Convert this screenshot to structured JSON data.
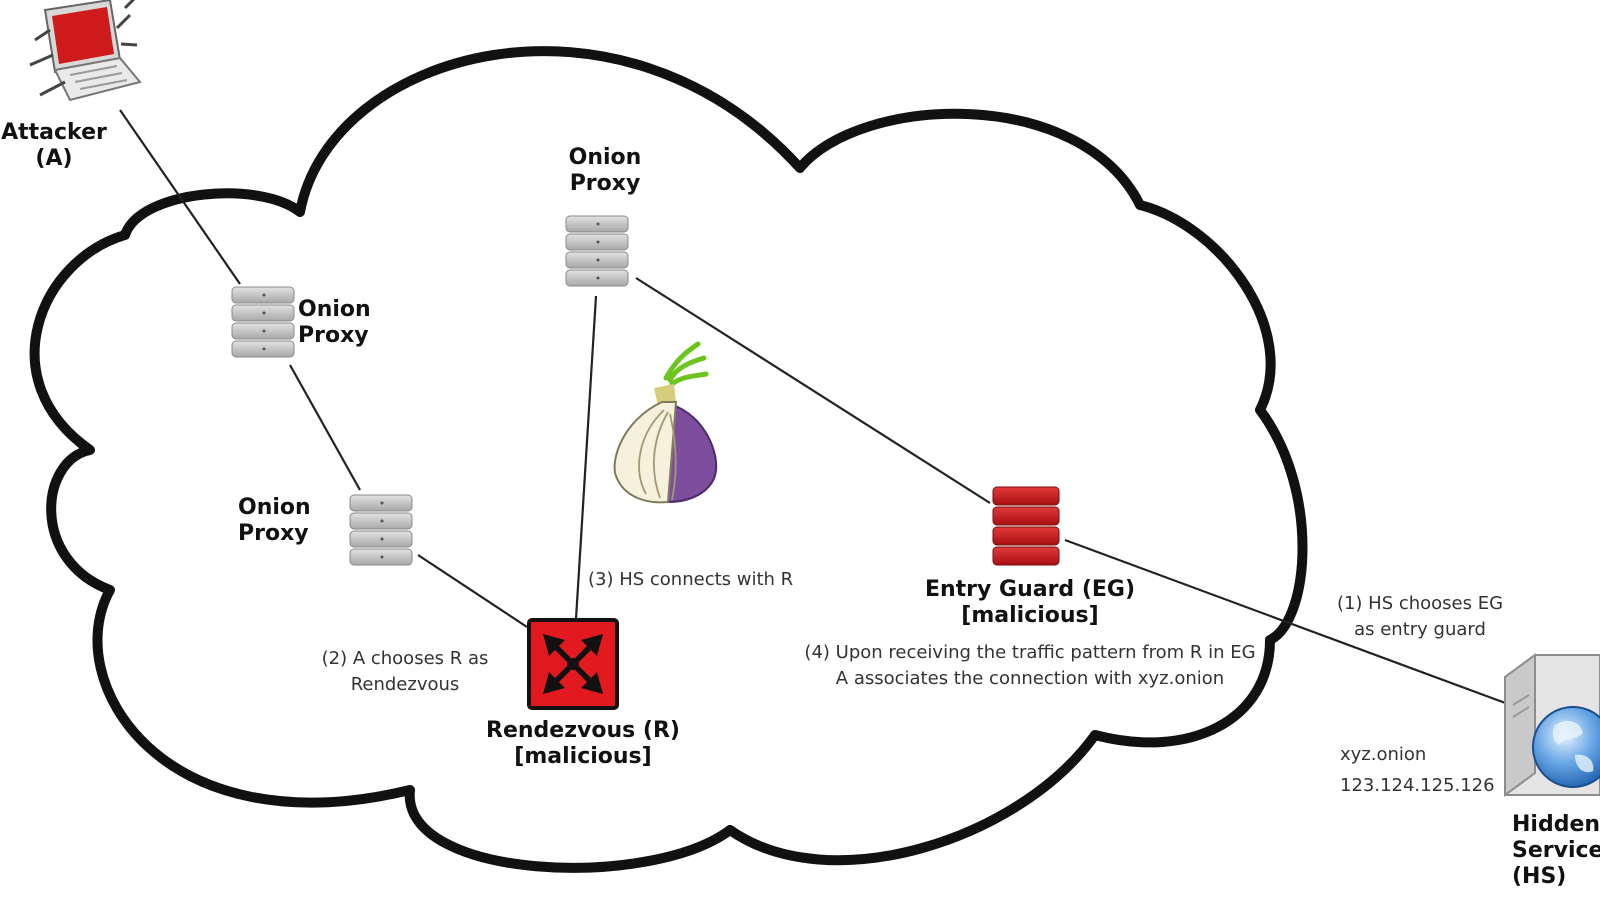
{
  "nodes": {
    "attacker": {
      "line1": "Attacker",
      "line2": "(A)"
    },
    "proxy_top": {
      "line1": "Onion",
      "line2": "Proxy"
    },
    "proxy_left": {
      "line1": "Onion",
      "line2": "Proxy"
    },
    "proxy_mid": {
      "line1": "Onion",
      "line2": "Proxy"
    },
    "rendezvous": {
      "line1": "Rendezvous (R)",
      "line2": "[malicious]"
    },
    "entry_guard": {
      "line1": "Entry Guard (EG)",
      "line2": "[malicious]"
    },
    "hidden_service": {
      "line1": "Hidden",
      "line2": "Service",
      "line3": "(HS)"
    }
  },
  "annotations": {
    "step1": {
      "line1": "(1) HS chooses EG",
      "line2": "as entry guard"
    },
    "step2": {
      "line1": "(2) A chooses R as",
      "line2": "Rendezvous"
    },
    "step3": {
      "line1": "(3) HS connects with R"
    },
    "step4": {
      "line1": "(4) Upon receiving the traffic pattern from R in EG",
      "line2": "A associates the connection with xyz.onion"
    },
    "hs_address": {
      "line1": "xyz.onion",
      "line2": "123.124.125.126"
    }
  },
  "colors": {
    "malicious": "#d0161b",
    "server_gray": "#b9b9b9",
    "cloud_outline": "#111111",
    "onion_purple": "#7d4e9e"
  },
  "icons": {
    "attacker": "infected-laptop-icon",
    "relay": "server-stack-icon",
    "rendezvous": "router-icon",
    "hidden_service": "web-server-icon",
    "tor": "tor-onion-logo"
  }
}
